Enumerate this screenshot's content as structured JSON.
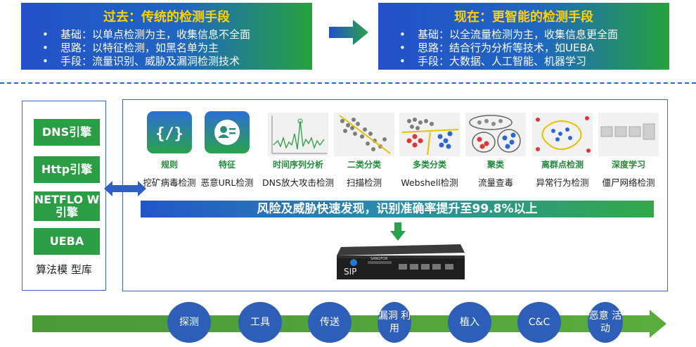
{
  "past": {
    "title": "过去：传统的检测手段",
    "items": [
      "基础：以单点检测为主，收集信息不全面",
      "思路：以特征检测，如黑名单为主",
      "手段：流量识别、威胁及漏洞检测技术"
    ]
  },
  "present": {
    "title": "现在：更智能的检测手段",
    "items": [
      "基础：以全流量检测为主，收集信息更全面",
      "思路：结合行为分析等技术，如UEBA",
      "手段：大数据、人工智能、机器学习"
    ]
  },
  "engines": [
    "DNS引擎",
    "Http引擎",
    "NETFLO W引擎",
    "UEBA"
  ],
  "library_label": "算法模 型库",
  "methods": [
    {
      "name": "规则",
      "usecase": "挖矿病毒检测",
      "icon": "code-icon"
    },
    {
      "name": "特征",
      "usecase": "恶意URL检测",
      "icon": "id-card-icon"
    },
    {
      "name": "时间序列分析",
      "usecase": "DNS放大攻击检测"
    },
    {
      "name": "二类分类",
      "usecase": "扫描检测"
    },
    {
      "name": "多类分类",
      "usecase": "Webshell检测"
    },
    {
      "name": "聚类",
      "usecase": "流量查毒"
    },
    {
      "name": "离群点检测",
      "usecase": "异常行为检测"
    },
    {
      "name": "深度学习",
      "usecase": "僵尸网络检测"
    }
  ],
  "banner": "风险及威胁快速发现，识别准确率提升至99.8%以上",
  "device": {
    "label": "SIP",
    "brand": "SANGFOR"
  },
  "kill_chain": [
    "探测",
    "工具",
    "传送",
    "漏洞 利用",
    "植入",
    "C&C",
    "恶意 活动"
  ],
  "colors": {
    "blue": "#2450c8",
    "green": "#2a9d45",
    "yellow": "#ffd200"
  }
}
